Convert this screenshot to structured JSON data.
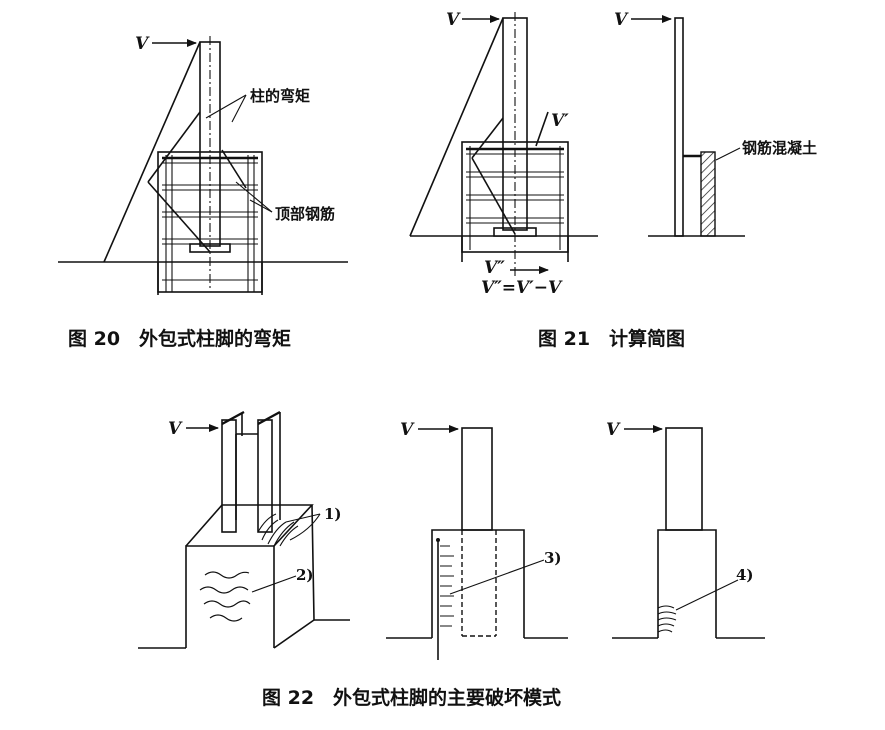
{
  "fig20": {
    "caption": "图 20　外包式柱脚的弯矩",
    "v_label": "V",
    "label_moment": "柱的弯矩",
    "label_top_rebar": "顶部钢筋"
  },
  "fig21": {
    "caption": "图 21　计算简图",
    "v_label_a": "V",
    "v_label_b": "V",
    "v_prime": "V′",
    "v_double": "V″",
    "equation": "V″=V′−V",
    "label_concrete": "钢筋混凝土"
  },
  "fig22": {
    "caption": "图 22　外包式柱脚的主要破坏模式",
    "v_label_a": "V",
    "v_label_b": "V",
    "v_label_c": "V",
    "mode1": "1)",
    "mode2": "2)",
    "mode3": "3)",
    "mode4": "4)"
  }
}
